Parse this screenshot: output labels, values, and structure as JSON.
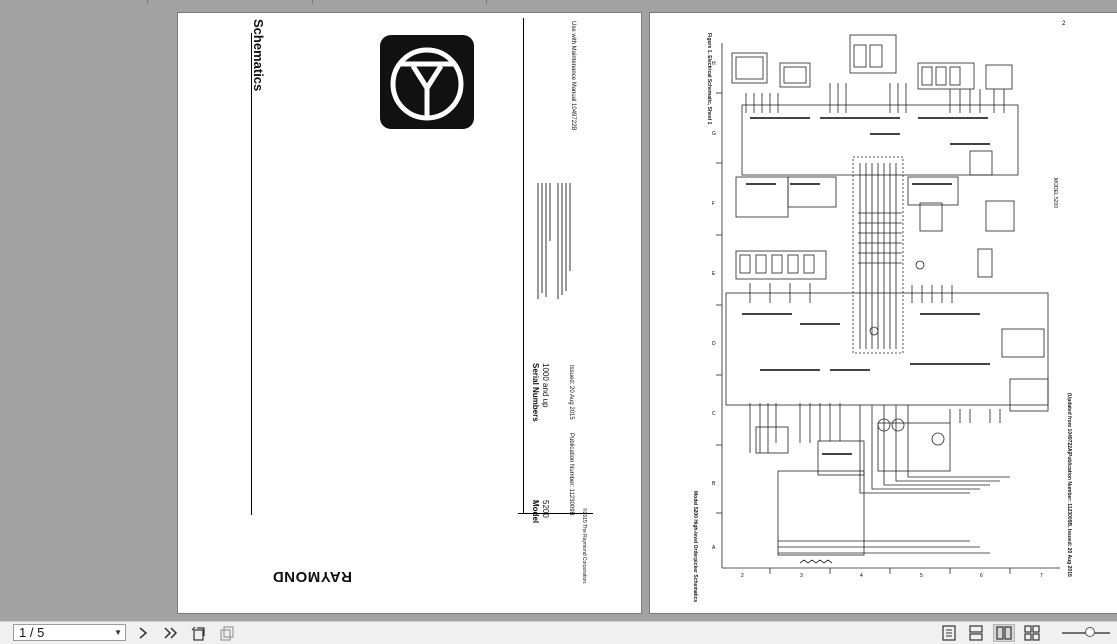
{
  "page1": {
    "title": "Schematics",
    "brand": "RAYMOND",
    "model_label": "Model",
    "model_value": "5200",
    "serial_label": "Serial Numbers",
    "serial_value": "1000 and up",
    "publication": "Publication Number: 1123009B",
    "issued": "Issued: 20 Aug 2015",
    "maintenance_ref": "Use with Maintenance Manual 1049722B",
    "copyright": "©2015 The Raymond Corporation."
  },
  "page2": {
    "page_number": "2",
    "figure_caption": "Figure 1. Electrical Schematic, Sheet 1",
    "model_caption": "MODEL 5200",
    "footer_left": "Model 5200 High-level Orderpicker Schematics",
    "footer_pub": "Publication Number: 1123009B, Issued: 20 Aug 2015",
    "footer_updated": "(Updated from 1049722A)",
    "row_letters": [
      "H",
      "G",
      "F",
      "E",
      "D",
      "C",
      "B",
      "A"
    ],
    "col_numbers": [
      "2",
      "3",
      "4",
      "5",
      "6",
      "7"
    ]
  },
  "toolbar": {
    "page_indicator": "1 / 5"
  }
}
